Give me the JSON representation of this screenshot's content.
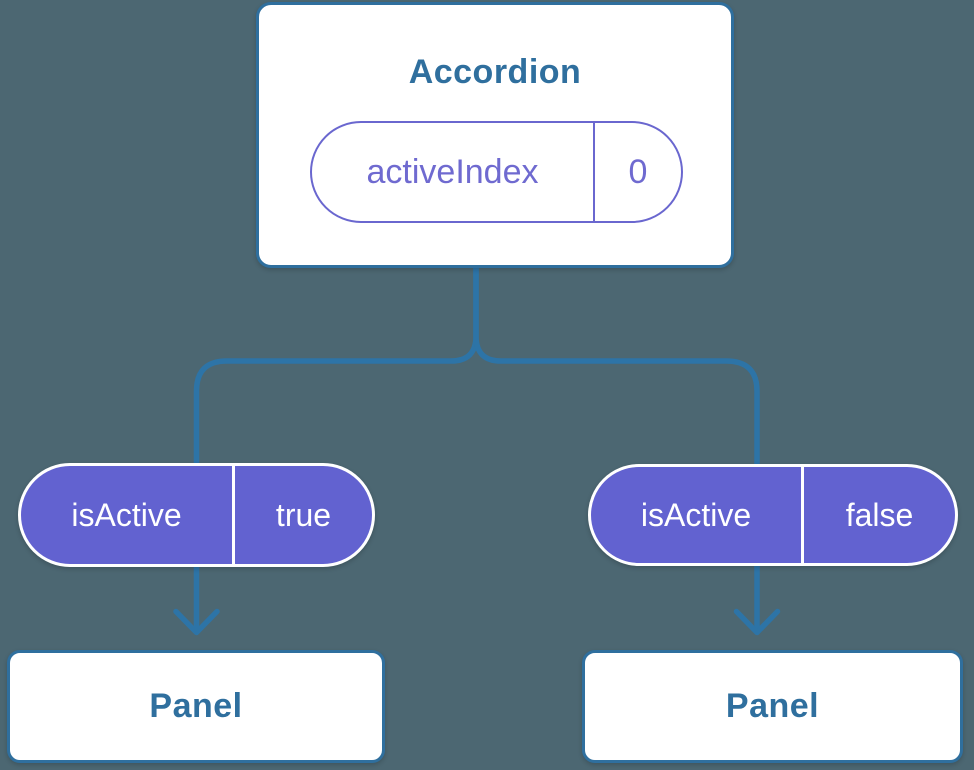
{
  "diagram": {
    "root": {
      "title": "Accordion",
      "state": {
        "name": "activeIndex",
        "value": "0"
      }
    },
    "children": [
      {
        "prop": {
          "name": "isActive",
          "value": "true"
        },
        "panel": {
          "title": "Panel"
        }
      },
      {
        "prop": {
          "name": "isActive",
          "value": "false"
        },
        "panel": {
          "title": "Panel"
        }
      }
    ]
  },
  "colors": {
    "background": "#4c6772",
    "connector_blue": "#2d74a7",
    "node_border_blue": "#2f6f9e",
    "node_text_blue": "#2f6f9e",
    "state_purple_outline": "#6a67cf",
    "state_purple_text": "#6f6ad0",
    "prop_purple_fill": "#6262d0",
    "node_fill": "#ffffff"
  },
  "icons": {
    "left_arrow": "arrow-down-icon",
    "right_arrow": "arrow-down-icon"
  }
}
